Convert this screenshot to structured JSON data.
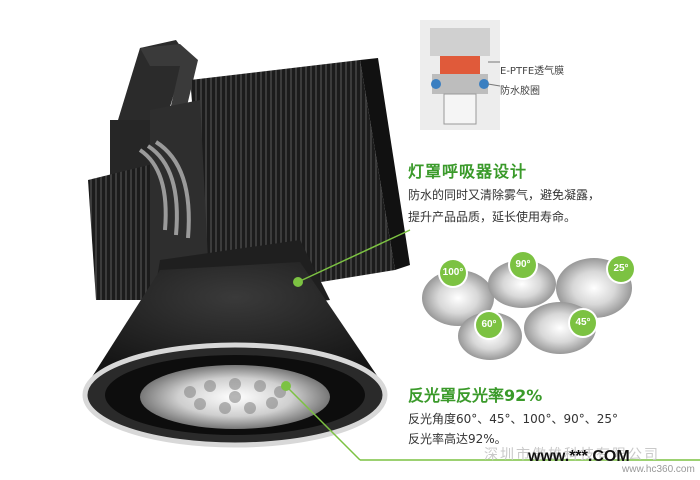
{
  "callouts": {
    "membrane": "E-PTFE透气膜",
    "seal": "防水胶圈"
  },
  "feature_breather": {
    "title": "灯罩呼吸器设计",
    "line1": "防水的同时又清除雾气，避免凝露，",
    "line2": "提升产品品质，延长使用寿命。"
  },
  "feature_reflector": {
    "title": "反光罩反光率92%",
    "line1": "反光角度60°、45°、100°、90°、25°",
    "line2": "反光率高达92%。"
  },
  "reflector_angles": [
    "100°",
    "90°",
    "25°",
    "60°",
    "45°"
  ],
  "watermark": {
    "company": "深圳市傲雄科技有限公司",
    "site": "www.***.COM",
    "url": "www.hc360.com"
  },
  "colors": {
    "accent": "#3a9a2a",
    "badge": "#7cc242"
  }
}
